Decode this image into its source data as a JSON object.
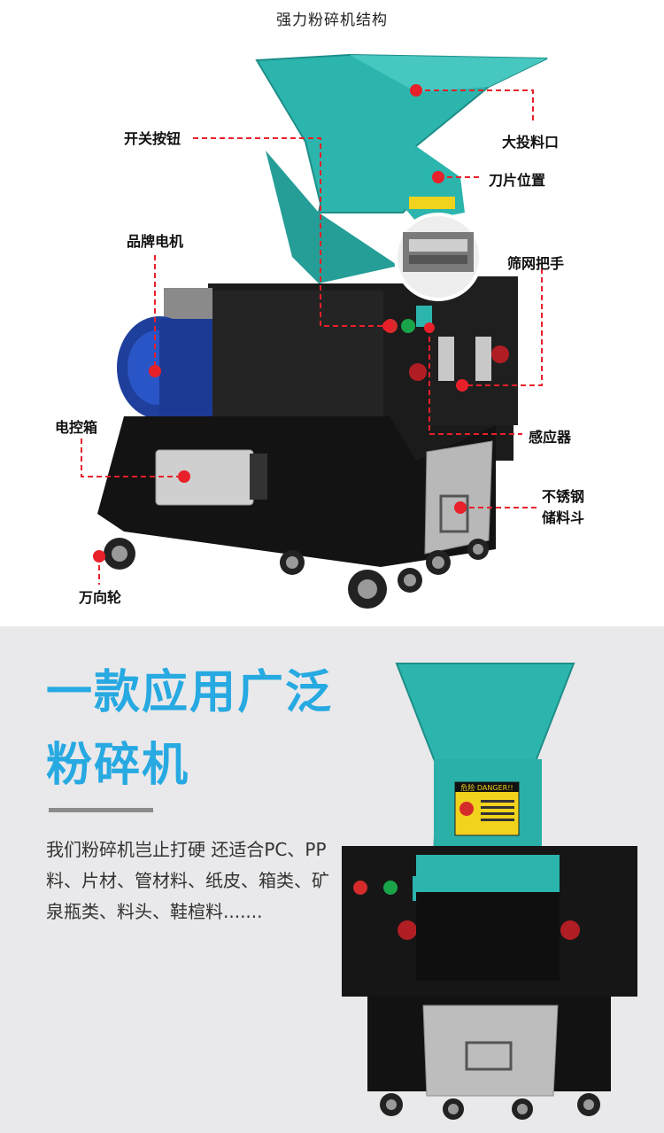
{
  "page_title": "强力粉碎机结构",
  "callouts": {
    "switch_button": "开关按钮",
    "feed_inlet": "大投料口",
    "blade_position": "刀片位置",
    "brand_motor": "品牌电机",
    "screen_handle": "筛网把手",
    "sensor": "感应器",
    "control_box": "电控箱",
    "stainless_hopper_line1": "不锈钢",
    "stainless_hopper_line2": "储料斗",
    "caster_wheel": "万向轮"
  },
  "promo": {
    "headline_line1": "一款应用广泛",
    "headline_line2": "粉碎机",
    "description": "我们粉碎机岂止打硬 还适合PC、PP料、片材、管材料、纸皮、箱类、矿泉瓶类、料头、鞋楦料......."
  },
  "machine": {
    "warning_label": "危险 DANGER!!"
  },
  "colors": {
    "hopper_teal": "#2bb5ad",
    "headline_blue": "#27a9e1",
    "callout_red": "#e8202a",
    "body_black": "#1b1b1b"
  }
}
